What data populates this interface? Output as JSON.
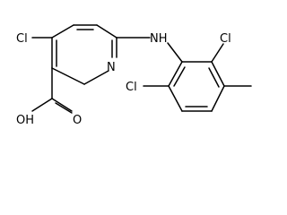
{
  "molecule": {
    "atoms": {
      "cl_top": "Cl",
      "cl_right": "Cl",
      "cl_bottom": "Cl",
      "nh": "NH",
      "n_ring": "N",
      "o_carbonyl": "O",
      "oh": "OH"
    }
  }
}
